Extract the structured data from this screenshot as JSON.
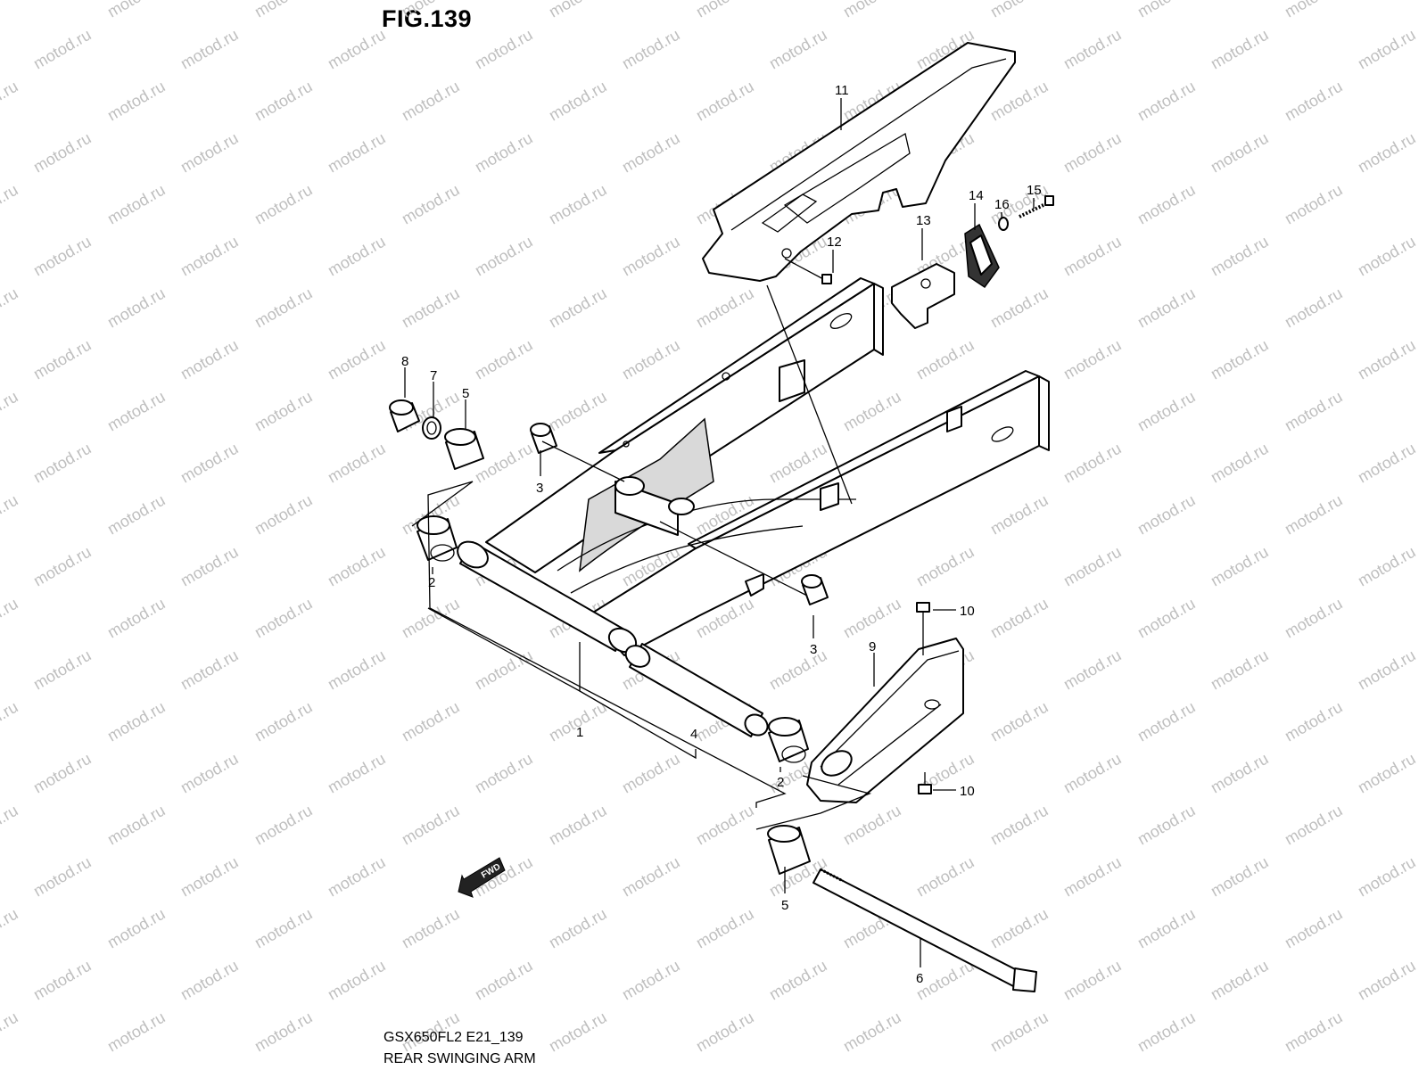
{
  "figure": {
    "title": "FIG.139"
  },
  "watermark": {
    "text": "motod.ru"
  },
  "footer": {
    "model_code": "GSX650FL2 E21_139",
    "section_name": "REAR SWINGING ARM"
  },
  "fwd_indicator": {
    "label": "FWD"
  },
  "callouts": [
    {
      "ref": "1",
      "part": "swingarm"
    },
    {
      "ref": "2",
      "part": "bearing-upper-left"
    },
    {
      "ref": "2",
      "part": "bearing-lower"
    },
    {
      "ref": "3",
      "part": "bearing-center-left"
    },
    {
      "ref": "3",
      "part": "bearing-center-right"
    },
    {
      "ref": "4",
      "part": "spacer-tube"
    },
    {
      "ref": "5",
      "part": "collar-upper"
    },
    {
      "ref": "5",
      "part": "collar-lower"
    },
    {
      "ref": "6",
      "part": "pivot-shaft"
    },
    {
      "ref": "7",
      "part": "washer"
    },
    {
      "ref": "8",
      "part": "nut"
    },
    {
      "ref": "9",
      "part": "chain-buffer"
    },
    {
      "ref": "10",
      "part": "bolt-upper"
    },
    {
      "ref": "10",
      "part": "bolt-lower"
    },
    {
      "ref": "11",
      "part": "chain-cover"
    },
    {
      "ref": "12",
      "part": "cover-screw"
    },
    {
      "ref": "13",
      "part": "chain-guide-bracket"
    },
    {
      "ref": "14",
      "part": "chain-guide"
    },
    {
      "ref": "15",
      "part": "guide-bolt"
    },
    {
      "ref": "16",
      "part": "guide-washer"
    }
  ],
  "colors": {
    "line": "#000000",
    "watermark": "#bfbfbf",
    "background": "#ffffff"
  }
}
